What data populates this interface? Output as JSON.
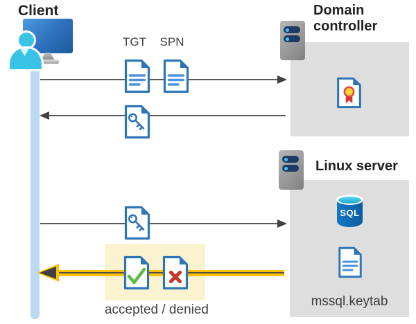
{
  "client": {
    "label": "Client"
  },
  "domain_controller": {
    "label": "Domain controller"
  },
  "linux_server": {
    "label": "Linux server",
    "sql_badge": "SQL",
    "keytab_label": "mssql.keytab"
  },
  "flow": {
    "request_labels": {
      "tgt": "TGT",
      "spn": "SPN"
    },
    "result_label": "accepted / denied"
  },
  "colors": {
    "doc_blue": "#2e75b6",
    "doc_line_blue": "#4e94db",
    "timeline_blue": "#bdd9f1",
    "panel_gray": "#dedede",
    "highlight_yellow": "#fbf3cf",
    "arrow_gray": "#595959",
    "arrowhead_gray": "#404040",
    "yellow_arrow": "#ffc000",
    "check_green": "#5fbb46",
    "cross_red": "#c13a32",
    "server_slot_navy": "#1e3a67",
    "server_dot_cyan": "#45c6ec",
    "sql_blue": "#0d5ca3",
    "monitor_blue": "#2d6fbb",
    "person_cyan": "#39c3e6",
    "cert_yellow": "#ffd43b",
    "cert_red": "#d13438",
    "text_dark": "#222222",
    "text_gray": "#404040"
  }
}
